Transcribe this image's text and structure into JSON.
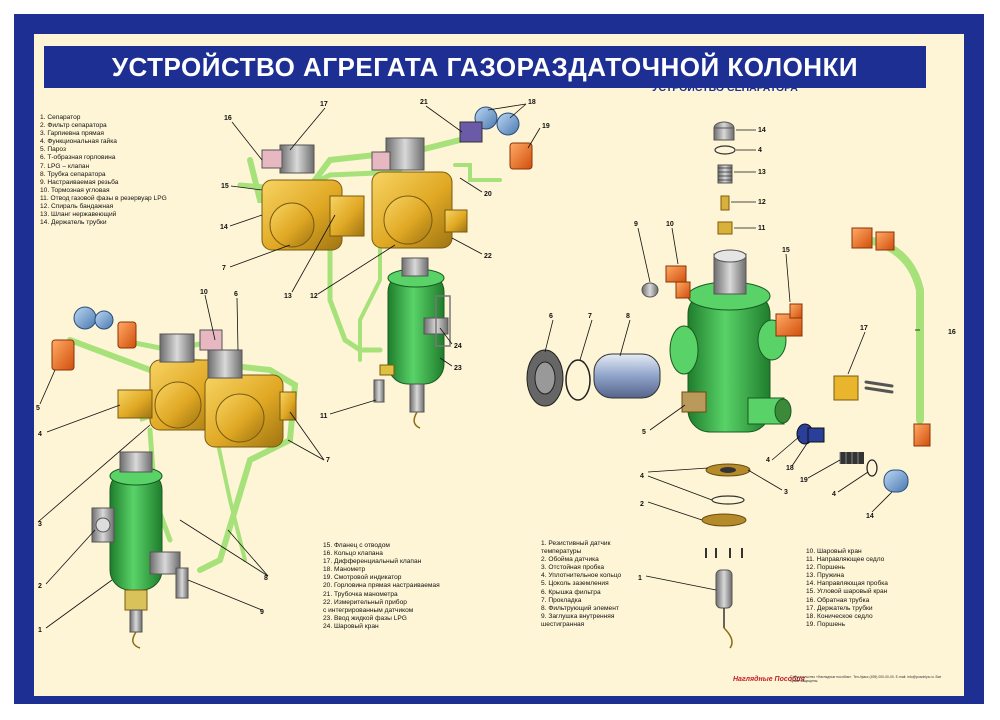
{
  "title": "УСТРОЙСТВО АГРЕГАТА ГАЗОРАЗДАТОЧНОЙ КОЛОНКИ",
  "separator_title": "УСТРОЙСТВО СЕПАРАТОРА",
  "legend_unit": [
    "1. Сепаратор",
    "2. Фильтр сепаратора",
    "3. Гарпиевна прямая",
    "4. Функциональная гайка",
    "5. Пароз",
    "6. Т-образная горловина",
    "7. LPG – клапан",
    "8. Трубка сепаратора",
    "9. Настраиваемая резьба",
    "10. Тормозная угловая",
    "11. Отвод газовой фазы в резервуар LPG",
    "12. Спираль бандажная",
    "13. Шланг нержавеющий",
    "14. Держатель трубки"
  ],
  "legend_unit_2": [
    "15. Фланец с отводом",
    "16. Кольцо клапана",
    "17. Дифференциальный клапан",
    "18. Манометр",
    "19. Смотровой индикатор",
    "20. Горловина прямая настраиваемая",
    "21. Трубочка манометра",
    "22. Измерительный прибор",
    "    с интегрированным датчиком",
    "23. Ввод жидкой фазы LPG",
    "24. Шаровый кран"
  ],
  "legend_sep_1": [
    "1. Резистивный датчик",
    "    температуры",
    "2. Обойма датчика",
    "3. Отстойная пробка",
    "4. Уплотнительное кольцо",
    "5. Цоколь заземления",
    "6. Крышка фильтра",
    "7. Прокладка",
    "8. Фильтрующий элемент",
    "9. Заглушка внутренняя",
    "    шестигранная"
  ],
  "legend_sep_2": [
    "10. Шаровый кран",
    "11. Направляющее седло",
    "12. Поршень",
    "13. Пружина",
    "14. Направляющая пробка",
    "15. Угловой шаровый кран",
    "16. Обратная трубка",
    "17. Держатель трубки",
    "18. Коническое седло",
    "19. Поршень"
  ],
  "callouts": {
    "c1": "1",
    "c2": "2",
    "c3": "3",
    "c4": "4",
    "c5": "5",
    "c6": "6",
    "c7": "7",
    "c8": "8",
    "c9": "9",
    "c10": "10",
    "c11": "11",
    "c12": "12",
    "c13": "13",
    "c14": "14",
    "c15": "15",
    "c16": "16",
    "c17": "17",
    "c18": "18",
    "c19": "19",
    "c20": "20",
    "c21": "21",
    "c22": "22",
    "c23": "23",
    "c24": "24"
  },
  "footer": {
    "brand": "Наглядные Пособия",
    "info": "© Издательство «Наглядные пособия». Тел./факс (495) 000-00-00. E-mail: info@posobiya.ru. Все права защищены."
  },
  "colors": {
    "frame": "#1d2f93",
    "panel": "#fdf5d6",
    "brass": "#e5b32b",
    "brass_dark": "#9e7412",
    "tank": "#3fbf4f",
    "tank_dark": "#1f7d2c",
    "tube": "#a6e17a",
    "orange": "#f06a1e",
    "blue": "#3b8fd6"
  }
}
